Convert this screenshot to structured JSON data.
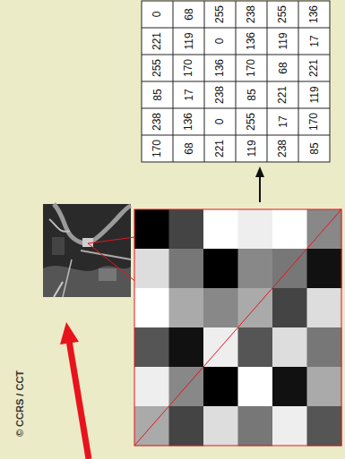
{
  "diagram": {
    "labels": [
      "© CCRS / CCT",
      "0",
      "68",
      "255",
      "238",
      "255",
      "136",
      "221",
      "119",
      "0",
      "136",
      "119",
      "17",
      "255",
      "170",
      "136",
      "170",
      "68",
      "221",
      "85",
      "17",
      "238",
      "85",
      "221",
      "119",
      "238",
      "136",
      "0",
      "255",
      "17",
      "170",
      "170",
      "68",
      "221",
      "119",
      "238",
      "85"
    ]
  }
}
